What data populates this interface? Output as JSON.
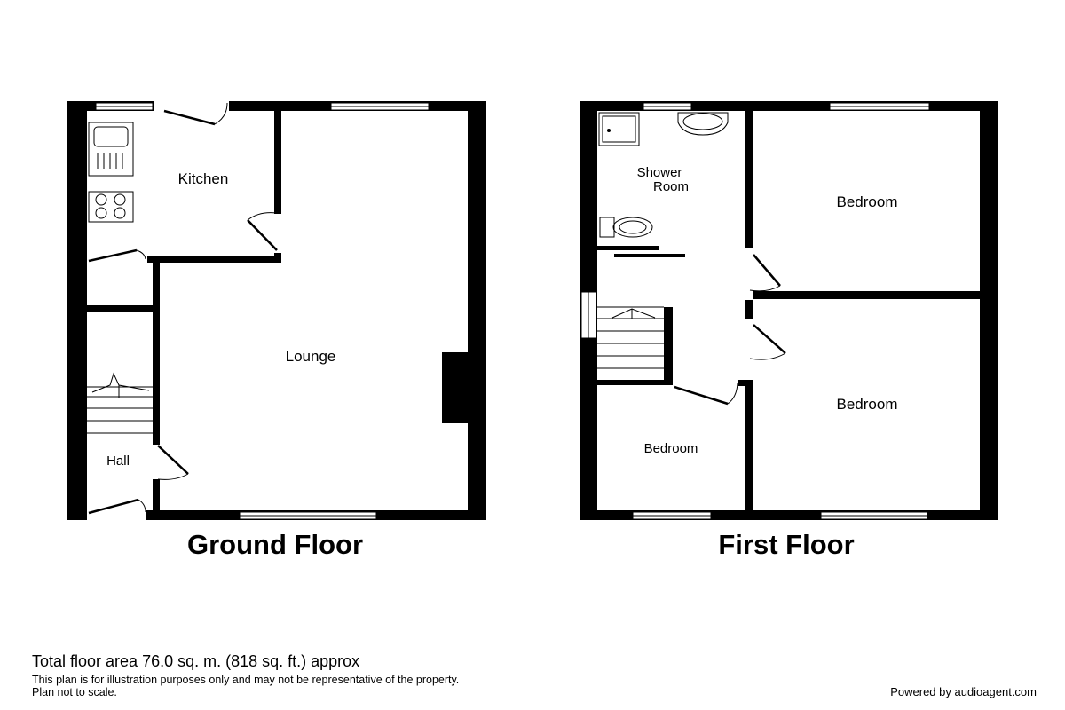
{
  "floors": [
    {
      "title": "Ground Floor",
      "rooms": [
        "Kitchen",
        "Lounge",
        "Hall"
      ]
    },
    {
      "title": "First Floor",
      "rooms": [
        "Shower",
        "Room",
        "Bedroom",
        "Bedroom",
        "Bedroom"
      ]
    }
  ],
  "footer": {
    "total_area": "Total floor area 76.0 sq. m. (818 sq. ft.) approx",
    "disclaimer_line1": "This plan is for illustration purposes only and may not be representative of the property.",
    "disclaimer_line2": "Plan not to scale.",
    "powered_by": "Powered by audioagent.com"
  },
  "colors": {
    "wall": "#000000",
    "background": "#ffffff"
  },
  "icons": [
    "sink-icon",
    "hob-icon",
    "shower-tray-icon",
    "basin-icon",
    "toilet-icon",
    "stairs-icon",
    "door-icon",
    "window-icon"
  ]
}
